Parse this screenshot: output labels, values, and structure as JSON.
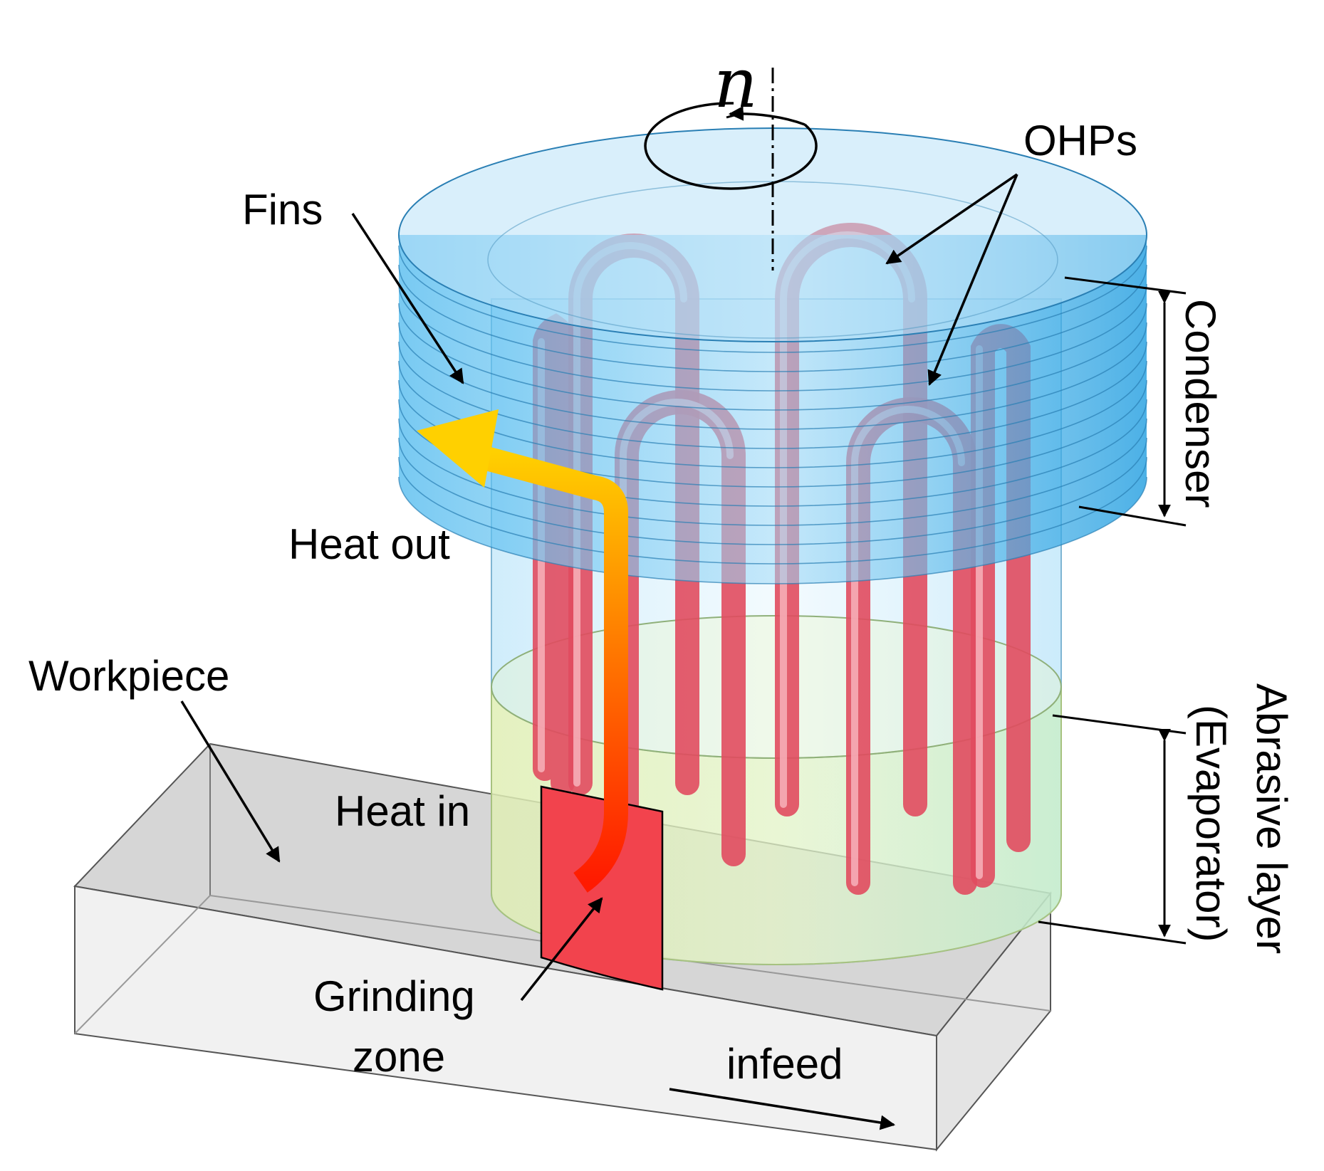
{
  "labels": {
    "rotation_symbol": "n",
    "fins": "Fins",
    "ohps": "OHPs",
    "condenser": "Condenser",
    "heat_out": "Heat out",
    "workpiece": "Workpiece",
    "abrasive_line1": "Abrasive layer",
    "abrasive_line2": "(Evaporator)",
    "heat_in": "Heat in",
    "grinding_line1": "Grinding",
    "grinding_line2": "zone",
    "infeed": "infeed"
  },
  "colors": {
    "fins": "#1f9de0",
    "wheel_body": "#bfe7fb",
    "ohp_tube": "#f0677a",
    "abrasive": "#e6f0a6",
    "grinding_zone": "#f2434d",
    "workpiece": "#d9d9d9",
    "heat_arrow_start": "#ff1a00",
    "heat_arrow_end": "#ffd000"
  }
}
